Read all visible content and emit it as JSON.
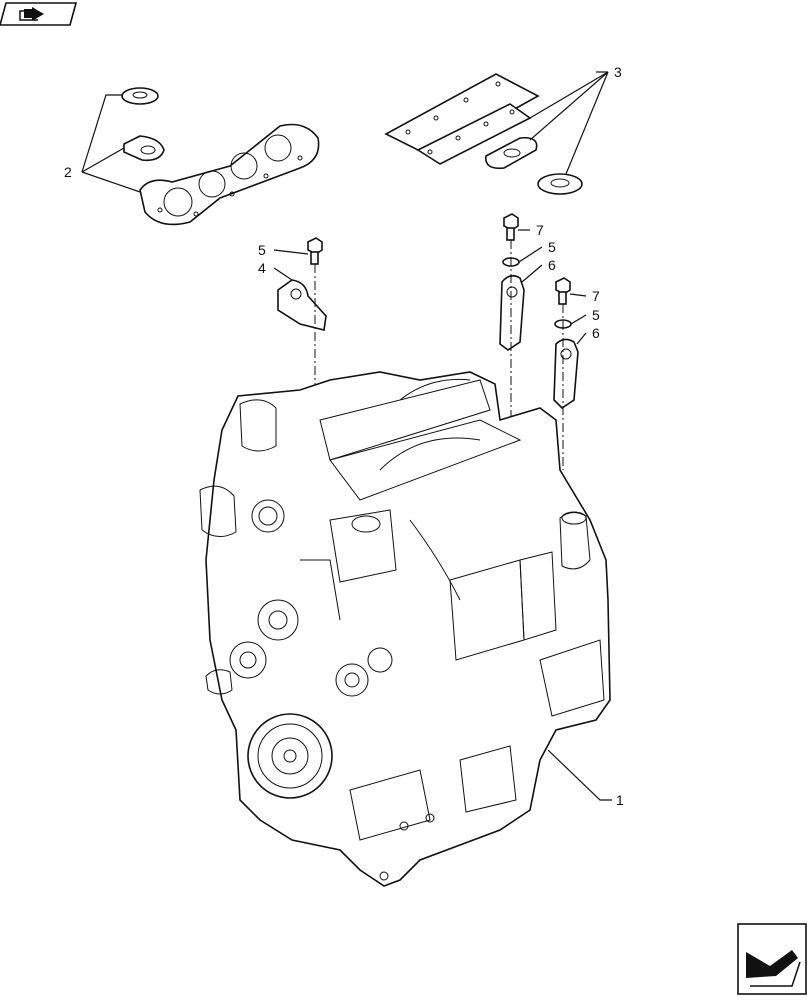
{
  "callouts": {
    "c1": "1",
    "c2": "2",
    "c3": "3",
    "c4": "4",
    "c5a": "5",
    "c5b": "5",
    "c5c": "5",
    "c6a": "6",
    "c6b": "6",
    "c7a": "7",
    "c7b": "7"
  },
  "icons": {
    "top_left": "navigation-back-icon",
    "bottom_right": "navigation-next-icon"
  }
}
